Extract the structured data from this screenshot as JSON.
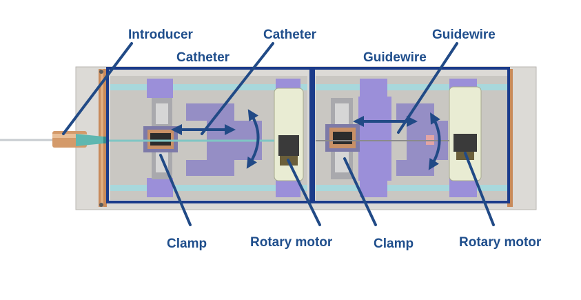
{
  "labels": {
    "introducer": "Introducer",
    "catheter_top": "Catheter",
    "catheter_sub": "Catheter",
    "guidewire_top": "Guidewire",
    "guidewire_sub": "Guidewire",
    "clamp_left": "Clamp",
    "rotary_motor_left": "Rotary motor",
    "clamp_right": "Clamp",
    "rotary_motor_right": "Rotary motor"
  },
  "colors": {
    "label_text": "#1f4e8c",
    "box_outline": "#1b3b8a",
    "arrow": "#214a86",
    "base_plate": "#dcdad6",
    "rails": "#a8d8dc",
    "purple_parts": "#9b8fd9",
    "motor_body": "#e9ecd3",
    "frame_copper": "#c88a5a"
  }
}
